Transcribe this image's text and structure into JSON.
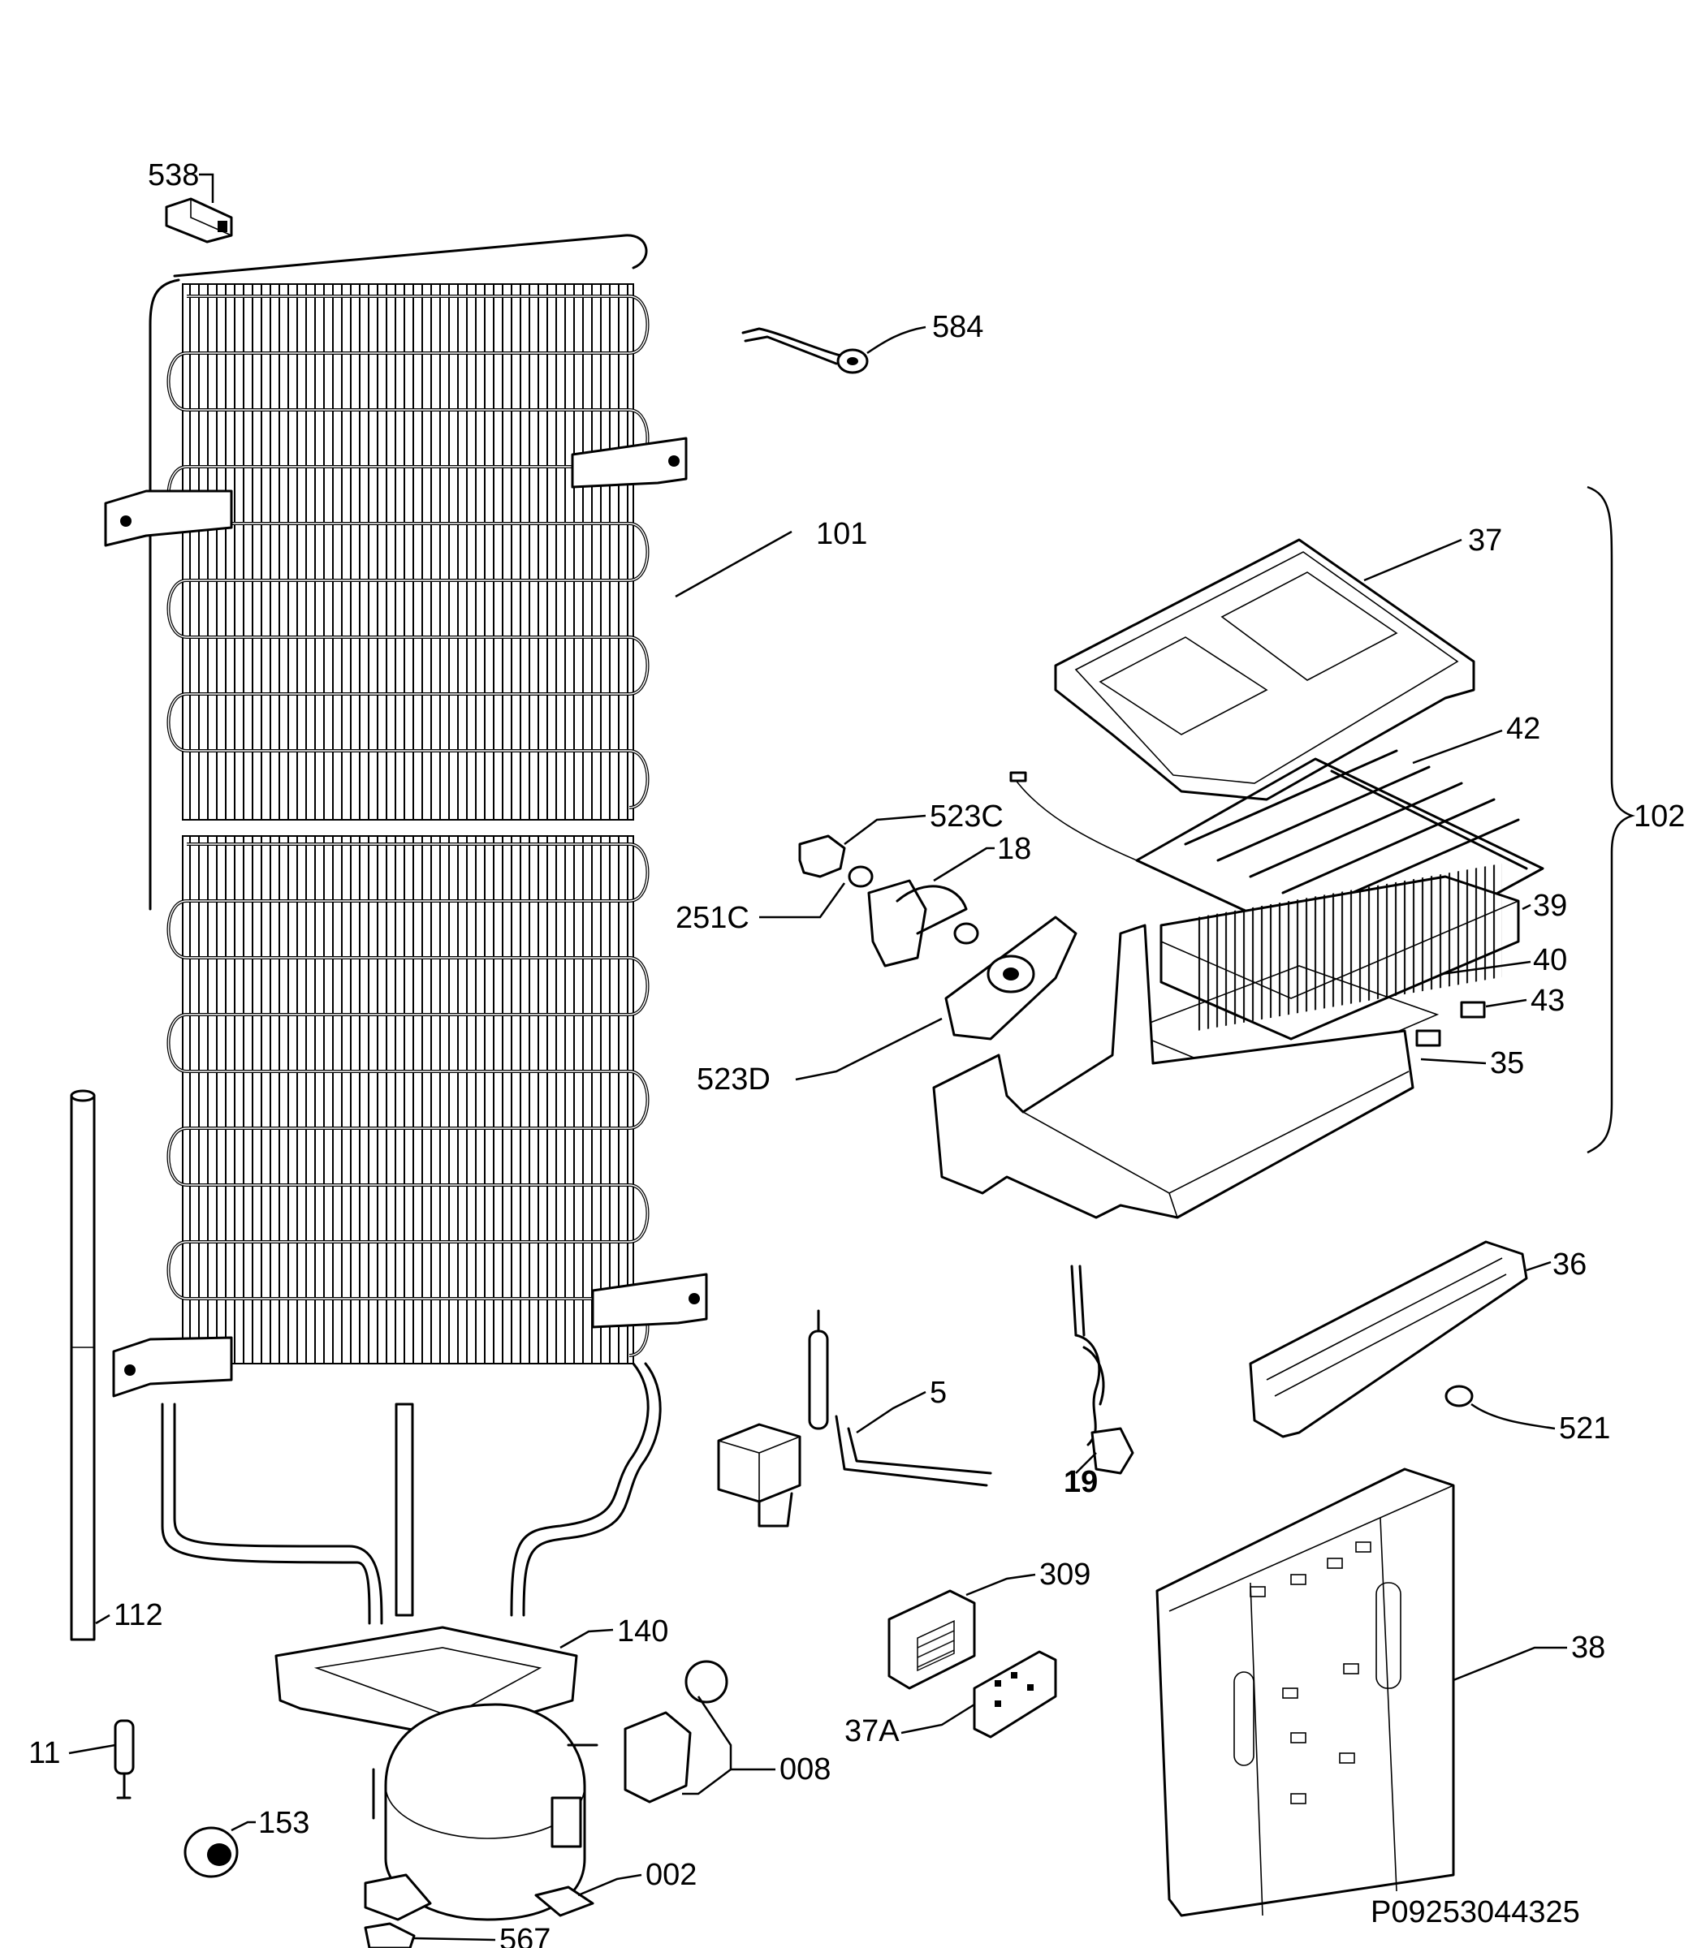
{
  "diagram_code": "P09253044325",
  "parts": [
    {
      "id": "condenser",
      "label": "101"
    },
    {
      "id": "cooling-unit-group",
      "label": "102"
    },
    {
      "id": "fan-clip",
      "label": "538"
    },
    {
      "id": "sensor",
      "label": "584"
    },
    {
      "id": "evaporator-cover",
      "label": "37"
    },
    {
      "id": "defrost-heater",
      "label": "42"
    },
    {
      "id": "evaporator",
      "label": "39"
    },
    {
      "id": "foil",
      "label": "40"
    },
    {
      "id": "fuse",
      "label": "43"
    },
    {
      "id": "drip-tray",
      "label": "35"
    },
    {
      "id": "fan-bracket",
      "label": "523C"
    },
    {
      "id": "fan-motor",
      "label": "18"
    },
    {
      "id": "grommet",
      "label": "251C"
    },
    {
      "id": "fan-cover",
      "label": "523D"
    },
    {
      "id": "drain-heater",
      "label": "36"
    },
    {
      "id": "seal-ring",
      "label": "521"
    },
    {
      "id": "solenoid-valve",
      "label": "5"
    },
    {
      "id": "power-cord",
      "label": "19"
    },
    {
      "id": "control-board",
      "label": "309"
    },
    {
      "id": "display-board",
      "label": "37A"
    },
    {
      "id": "back-panel",
      "label": "38"
    },
    {
      "id": "tube",
      "label": "112"
    },
    {
      "id": "compressor-tray",
      "label": "140"
    },
    {
      "id": "filter-drier",
      "label": "11"
    },
    {
      "id": "relay-starter",
      "label": "008"
    },
    {
      "id": "grommet-compressor",
      "label": "153"
    },
    {
      "id": "compressor",
      "label": "002"
    },
    {
      "id": "clamp",
      "label": "567"
    }
  ]
}
